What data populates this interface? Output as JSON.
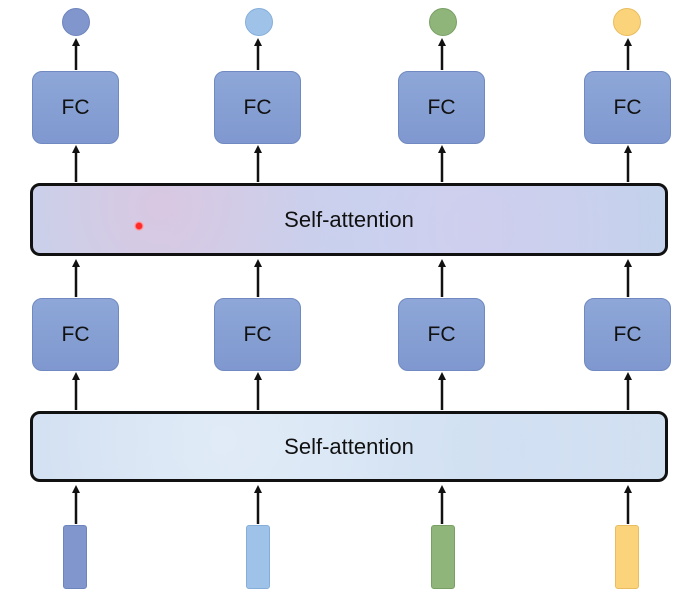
{
  "layers": {
    "self_attention_top": "Self-attention",
    "self_attention_bottom": "Self-attention"
  },
  "fc_label": "FC",
  "colors": {
    "fc_fill": "#8ea7d8",
    "column_1": "#8096cc",
    "column_2": "#9fc3e8",
    "column_3": "#8fb57a",
    "column_4": "#fbd37a"
  },
  "fc_boxes": {
    "top": [
      "FC",
      "FC",
      "FC",
      "FC"
    ],
    "middle": [
      "FC",
      "FC",
      "FC",
      "FC"
    ]
  }
}
